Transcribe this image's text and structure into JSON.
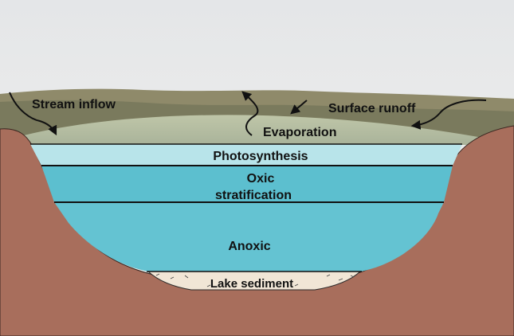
{
  "labels": {
    "stream_inflow": "Stream inflow",
    "surface_runoff": "Surface runoff",
    "evaporation": "Evaporation",
    "photosynthesis": "Photosynthesis",
    "oxic_line1": "Oxic",
    "oxic_line2": "stratification",
    "anoxic": "Anoxic",
    "lake_sediment": "Lake sediment"
  },
  "colors": {
    "sky_top": "#e6e8ea",
    "sky_bottom": "#f3f2ef",
    "ground": "#a86e5c",
    "photosynthesis_layer": "#b8e4ea",
    "oxic_layer": "#5cbfcf",
    "anoxic_layer": "#64c3d2",
    "sediment": "#f1e6d6",
    "outline": "#111111"
  }
}
